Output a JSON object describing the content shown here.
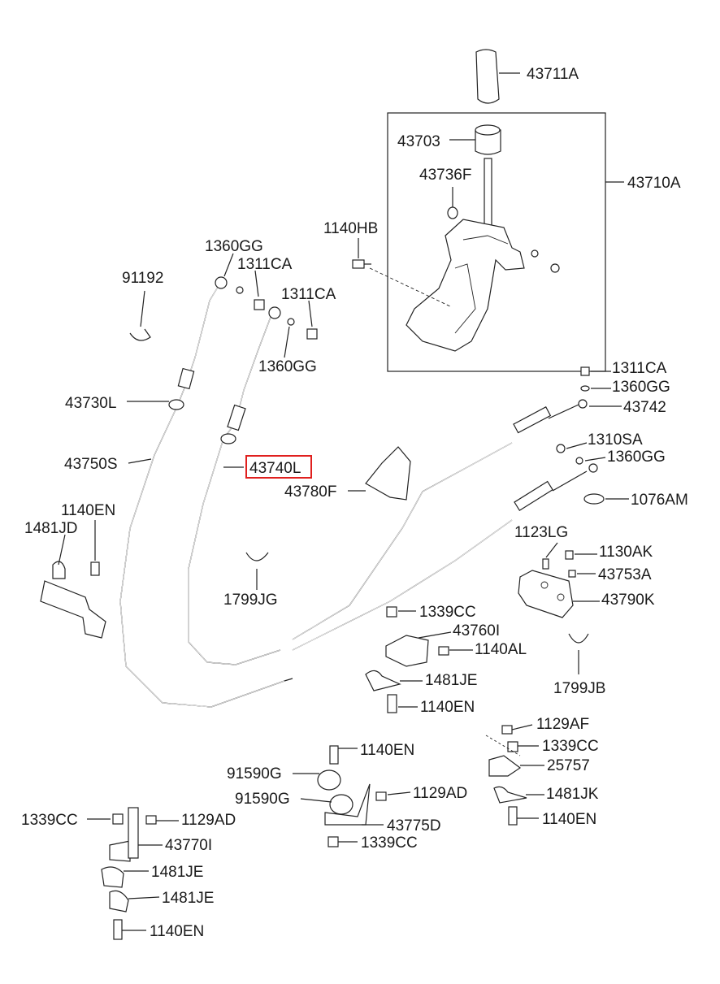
{
  "labels": [
    "43711A",
    "43703",
    "43736F",
    "43710A",
    "1140HB",
    "1360GG",
    "1311CA",
    "91192",
    "1311CA",
    "1360GG",
    "43730L",
    "43750S",
    "43740L",
    "43780F",
    "1311CA",
    "1360GG",
    "43742",
    "1310SA",
    "1360GG",
    "1076AM",
    "1140EN",
    "1481JD",
    "1799JG",
    "1123LG",
    "1130AK",
    "43753A",
    "43790K",
    "1339CC",
    "43760I",
    "1140AL",
    "1481JE",
    "1799JB",
    "1140EN",
    "1129AF",
    "1140EN",
    "1339CC",
    "25757",
    "91590G",
    "91590G",
    "1129AD",
    "1481JK",
    "1339CC",
    "1129AD",
    "43775D",
    "1140EN",
    "43770I",
    "1339CC",
    "1481JE",
    "1481JE",
    "1140EN"
  ],
  "highlighted_label": "43740L",
  "colors": {
    "line": "#222222",
    "highlight": "#e0201e",
    "background": "#ffffff"
  }
}
